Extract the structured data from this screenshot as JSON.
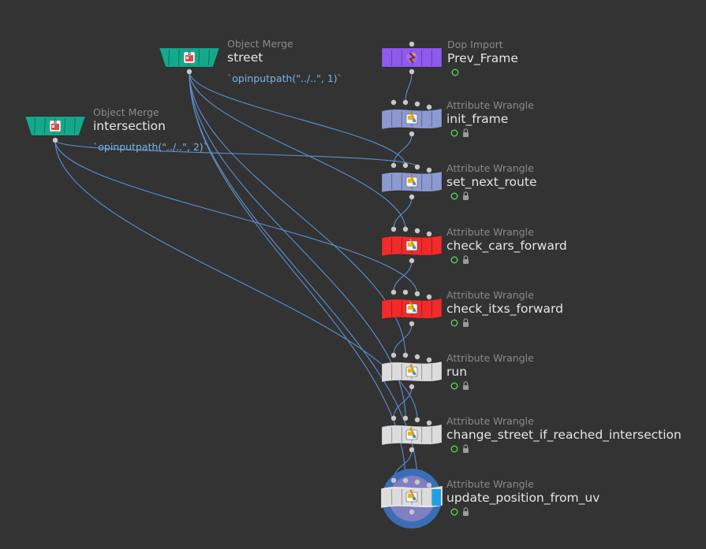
{
  "network": {
    "wire_color": "#5b8fcf",
    "nodes": [
      {
        "id": "street",
        "type": "Object Merge",
        "name": "street",
        "color": "#14a98c",
        "icon": "object-merge-icon",
        "expression": "`opinputpath(\"../..\", 1)`",
        "display_flag": false,
        "locked": false
      },
      {
        "id": "intersection",
        "type": "Object Merge",
        "name": "intersection",
        "color": "#14a98c",
        "icon": "object-merge-icon",
        "expression": "`opinputpath(\"../..\", 2)`",
        "display_flag": false,
        "locked": false
      },
      {
        "id": "prev_frame",
        "type": "Dop Import",
        "name": "Prev_Frame",
        "color": "#8e5af0",
        "icon": "dop-import-icon",
        "display_flag": true,
        "locked": false
      },
      {
        "id": "init_frame",
        "type": "Attribute Wrangle",
        "name": "init_frame",
        "color": "#8d99d1",
        "icon": "wrangle-icon",
        "display_flag": true,
        "locked": true
      },
      {
        "id": "set_next_route",
        "type": "Attribute Wrangle",
        "name": "set_next_route",
        "color": "#8d99d1",
        "icon": "wrangle-icon",
        "display_flag": true,
        "locked": true
      },
      {
        "id": "check_cars_forward",
        "type": "Attribute Wrangle",
        "name": "check_cars_forward",
        "color": "#f12a2a",
        "icon": "wrangle-icon",
        "display_flag": true,
        "locked": true
      },
      {
        "id": "check_itxs_forward",
        "type": "Attribute Wrangle",
        "name": "check_itxs_forward",
        "color": "#f12a2a",
        "icon": "wrangle-icon",
        "display_flag": true,
        "locked": true
      },
      {
        "id": "run",
        "type": "Attribute Wrangle",
        "name": "run",
        "color": "#dcdcdc",
        "icon": "wrangle-icon",
        "display_flag": true,
        "locked": true
      },
      {
        "id": "change_street",
        "type": "Attribute Wrangle",
        "name": "change_street_if_reached_intersection",
        "color": "#dcdcdc",
        "icon": "wrangle-icon",
        "display_flag": true,
        "locked": true
      },
      {
        "id": "update_position",
        "type": "Attribute Wrangle",
        "name": "update_position_from_uv",
        "color": "#dcdcdc",
        "icon": "wrangle-icon",
        "display_flag": true,
        "locked": true,
        "is_display_node": true,
        "display_ring_color": "#3a6fb5",
        "render_flag_color": "#19a3e6"
      }
    ]
  }
}
